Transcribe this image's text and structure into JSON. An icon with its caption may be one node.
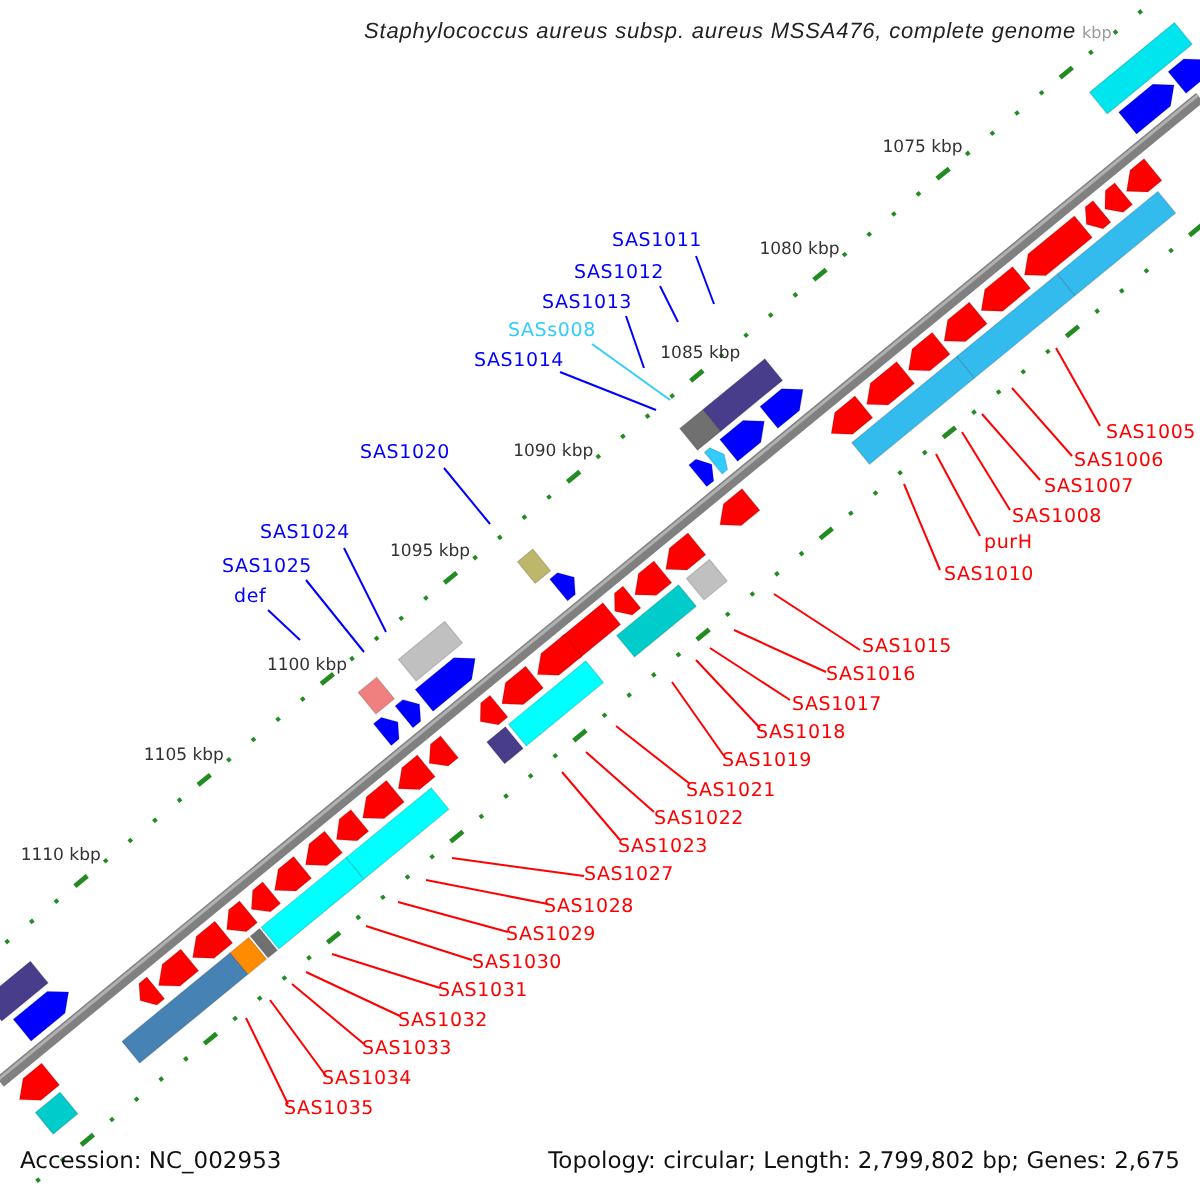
{
  "diagram": {
    "title": "Staphylococcus aureus subsp. aureus MSSA476, complete genome",
    "nodes": [
      {
        "text": [
          "SAS1011"
        ]
      },
      {
        "text": [
          "SAS1012"
        ]
      },
      {
        "text": [
          "SAS1013"
        ]
      },
      {
        "text": [
          "SASs008"
        ]
      },
      {
        "text": [
          "SAS1014"
        ]
      },
      {
        "text": [
          "SAS1005"
        ]
      },
      {
        "text": [
          "SAS1006"
        ]
      },
      {
        "text": [
          "SAS1020"
        ]
      },
      {
        "text": [
          "SAS1007"
        ]
      },
      {
        "text": [
          "SAS1008"
        ]
      },
      {
        "text": [
          "SAS1024"
        ]
      },
      {
        "text": [
          "purH"
        ]
      },
      {
        "text": [
          "SAS1025"
        ]
      },
      {
        "text": [
          "SAS1010"
        ]
      },
      {
        "text": [
          "def"
        ]
      },
      {
        "text": [
          "SAS1015"
        ]
      },
      {
        "text": [
          "SAS1016"
        ]
      },
      {
        "text": [
          "SAS1017"
        ]
      },
      {
        "text": [
          "SAS1018"
        ]
      },
      {
        "text": [
          "SAS1019"
        ]
      },
      {
        "text": [
          "SAS1021"
        ]
      },
      {
        "text": [
          "SAS1022"
        ]
      },
      {
        "text": [
          "SAS1023"
        ]
      },
      {
        "text": [
          "SAS1027"
        ]
      },
      {
        "text": [
          "SAS1028"
        ]
      },
      {
        "text": [
          "SAS1029"
        ]
      },
      {
        "text": [
          "SAS1030"
        ]
      },
      {
        "text": [
          "SAS1031"
        ]
      },
      {
        "text": [
          "SAS1032"
        ]
      },
      {
        "text": [
          "SAS1033"
        ]
      },
      {
        "text": [
          "SAS1034"
        ]
      },
      {
        "text": [
          "SAS1035"
        ]
      }
    ],
    "edges": [
      {
        "from": 0,
        "to": null,
        "arrow": "none",
        "color": "#0000ff"
      },
      {
        "from": 1,
        "to": null,
        "arrow": "none",
        "color": "#0000ff"
      },
      {
        "from": 2,
        "to": null,
        "arrow": "none",
        "color": "#0000ff"
      },
      {
        "from": 3,
        "to": null,
        "arrow": "none",
        "color": "#33ccff"
      },
      {
        "from": 4,
        "to": null,
        "arrow": "none",
        "color": "#0000ff"
      },
      {
        "from": 5,
        "to": null,
        "arrow": "none"
      },
      {
        "from": 6,
        "to": null,
        "arrow": "none"
      },
      {
        "from": 7,
        "to": null,
        "arrow": "none",
        "color": "#0000ff"
      },
      {
        "from": 8,
        "to": null,
        "arrow": "none"
      },
      {
        "from": 9,
        "to": null,
        "arrow": "none"
      },
      {
        "from": 10,
        "to": null,
        "arrow": "none",
        "color": "#0000ff"
      },
      {
        "from": 11,
        "to": null,
        "arrow": "none"
      },
      {
        "from": 12,
        "to": null,
        "arrow": "none",
        "color": "#0000ff"
      },
      {
        "from": 13,
        "to": null,
        "arrow": "none"
      },
      {
        "from": 14,
        "to": null,
        "arrow": "none",
        "color": "#0000ff"
      },
      {
        "from": 15,
        "to": null,
        "arrow": "none"
      },
      {
        "from": 16,
        "to": null,
        "arrow": "none"
      },
      {
        "from": 17,
        "to": null,
        "arrow": "none"
      },
      {
        "from": 18,
        "to": null,
        "arrow": "none"
      },
      {
        "from": 19,
        "to": null,
        "arrow": "none"
      },
      {
        "from": 20,
        "to": null,
        "arrow": "none"
      },
      {
        "from": 21,
        "to": null,
        "arrow": "none"
      },
      {
        "from": 22,
        "to": null,
        "arrow": "none"
      },
      {
        "from": 23,
        "to": null,
        "arrow": "none"
      },
      {
        "from": 24,
        "to": null,
        "arrow": "none"
      },
      {
        "from": 25,
        "to": null,
        "arrow": "none"
      },
      {
        "from": 26,
        "to": null,
        "arrow": "none"
      },
      {
        "from": 27,
        "to": null,
        "arrow": "none"
      },
      {
        "from": 28,
        "to": null,
        "arrow": "none"
      },
      {
        "from": 29,
        "to": null,
        "arrow": "none"
      },
      {
        "from": 30,
        "to": null,
        "arrow": "none"
      },
      {
        "from": 31,
        "to": null,
        "arrow": "none"
      }
    ],
    "labels": [
      "kbp",
      "1075 kbp",
      "1080 kbp",
      "1085 kbp",
      "1090 kbp",
      "1095 kbp",
      "1100 kbp",
      "1105 kbp",
      "1110 kbp",
      "Accession: NC_002953",
      "Topology: circular; Length: 2,799,802 bp; Genes: 2,675"
    ]
  }
}
